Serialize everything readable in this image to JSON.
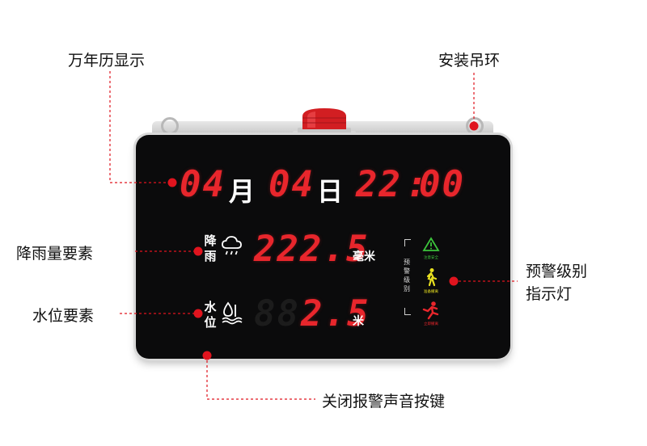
{
  "callouts": {
    "calendar": "万年历显示",
    "hanging_ring": "安装吊环",
    "rainfall": "降雨量要素",
    "water_level": "水位要素",
    "warning_level_1": "预警级别",
    "warning_level_2": "指示灯",
    "mute_button": "关闭报警声音按键"
  },
  "display": {
    "month_value": "04",
    "month_label": "月",
    "day_value": "04",
    "day_label": "日",
    "time_hour": "22",
    "time_sep": ":",
    "time_min": "00",
    "rain_label_1": "降",
    "rain_label_2": "雨",
    "rain_value": "222.5",
    "rain_unit": "毫米",
    "water_label_1": "水",
    "water_label_2": "位",
    "water_ghost": "88",
    "water_value": "2.5",
    "water_unit": "米",
    "warning_title": [
      "预",
      "警",
      "级",
      "别"
    ],
    "warning_items": [
      {
        "label": "注意安全",
        "color": "#3cc43c",
        "icon": "warning-triangle-icon"
      },
      {
        "label": "准备撤离",
        "color": "#e8e020",
        "icon": "walking-person-icon"
      },
      {
        "label": "立即撤离",
        "color": "#e8262c",
        "icon": "running-person-icon"
      }
    ]
  },
  "colors": {
    "accent_red": "#e0141e",
    "led_red": "#e8262c",
    "panel_black": "#0b0b0c"
  }
}
